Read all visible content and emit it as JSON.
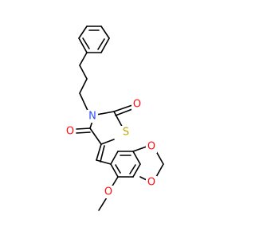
{
  "structure": {
    "atoms": [
      {
        "id": "O_ring_top",
        "text": "O",
        "color": "#ff0d0d"
      },
      {
        "id": "N_ring",
        "text": "N",
        "color": "#3050f8"
      },
      {
        "id": "S_ring",
        "text": "S",
        "color": "#c8a200"
      },
      {
        "id": "O_carbonyl",
        "text": "O",
        "color": "#ff0d0d"
      },
      {
        "id": "O_dioxole_1",
        "text": "O",
        "color": "#ff0d0d"
      },
      {
        "id": "O_dioxole_2",
        "text": "O",
        "color": "#ff0d0d"
      },
      {
        "id": "O_methoxy",
        "text": "O",
        "color": "#ff0d0d"
      }
    ],
    "colors": {
      "bond": "#000000",
      "oxygen": "#ff0d0d",
      "nitrogen": "#3050f8",
      "sulfur": "#c8a200"
    }
  }
}
